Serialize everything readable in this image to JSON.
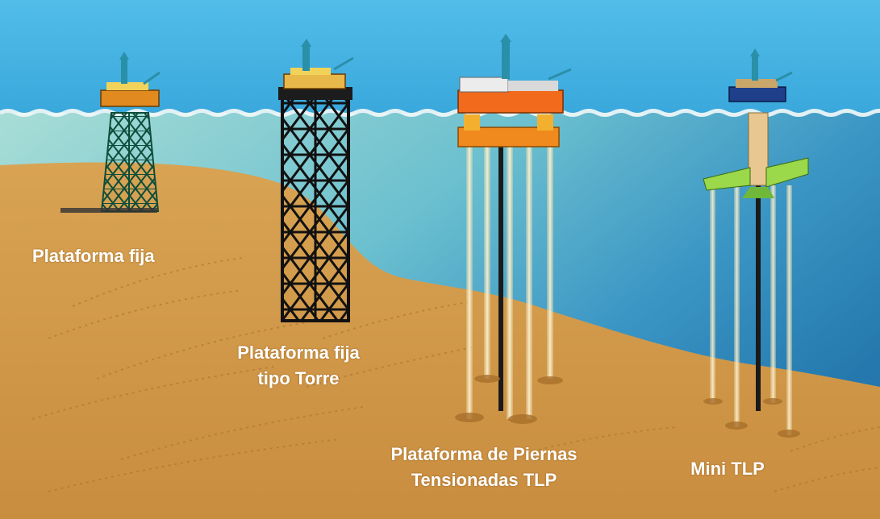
{
  "labels": {
    "fixed_platform": "Plataforma fija",
    "tower_platform": {
      "line1": "Plataforma fija",
      "line2": "tipo Torre"
    },
    "tlp_platform": {
      "line1": "Plataforma de Piernas",
      "line2": "Tensionadas TLP"
    },
    "mini_tlp": "Mini TLP"
  },
  "colors": {
    "sky": "#4db8e6",
    "shallow_water": "#9fd8d2",
    "deep_water": "#2a7fb0",
    "seabed": "#d39a4c",
    "label_text": "#ffffff"
  }
}
